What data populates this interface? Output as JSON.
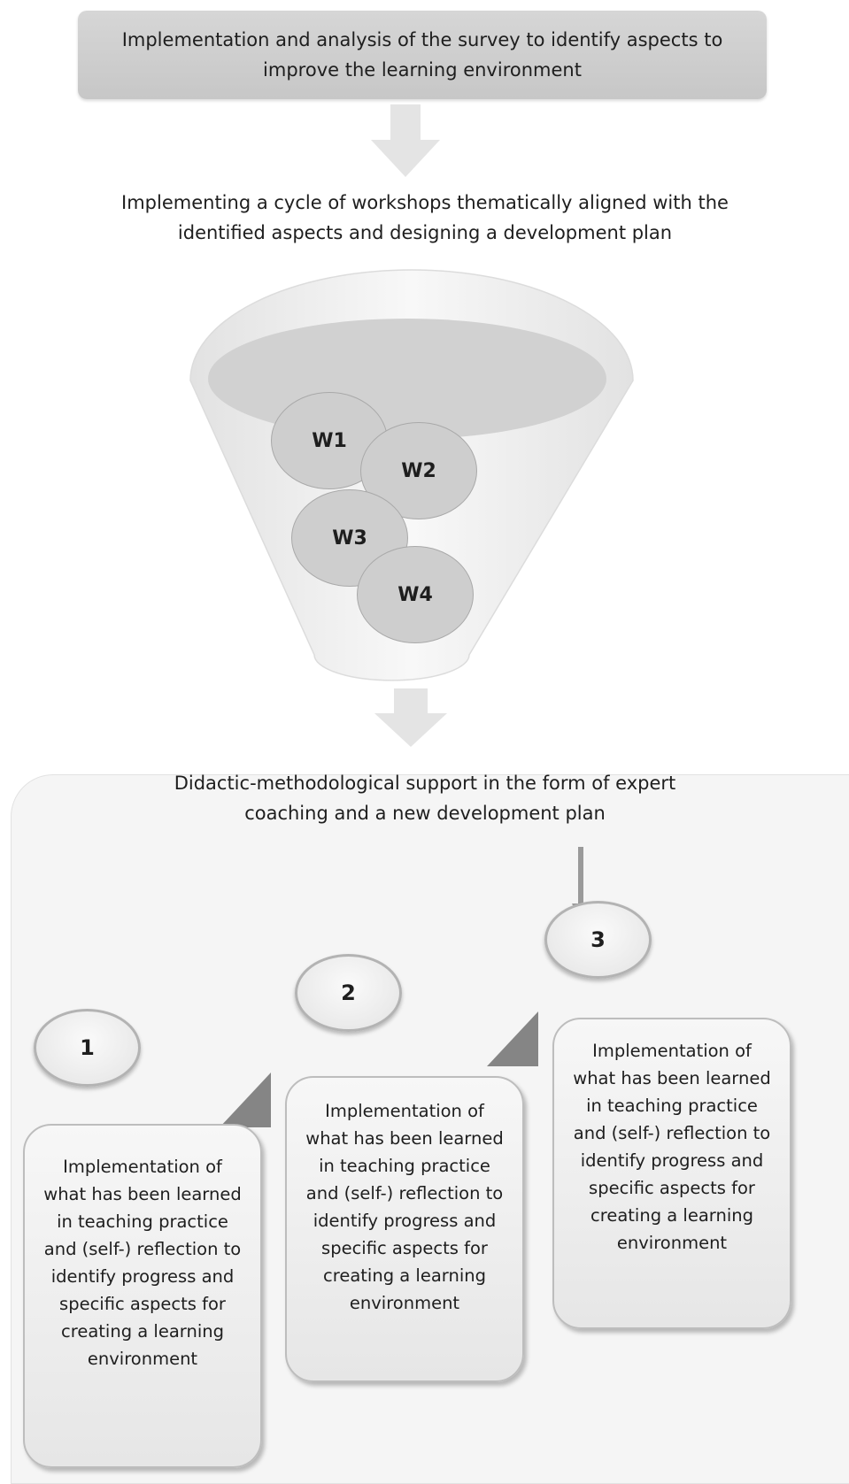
{
  "header": {
    "survey_step": "Implementation and analysis of the survey to identify aspects to improve the learning environment"
  },
  "workshops": {
    "step_text": "Implementing a cycle of workshops thematically aligned with the identified aspects and designing a development plan",
    "items": [
      "W1",
      "W2",
      "W3",
      "W4"
    ]
  },
  "coaching": {
    "step_text": "Didactic-methodological support in the form of expert coaching and a new development plan",
    "stages": [
      {
        "number": "1",
        "text": "Implementation of what has been learned in teaching practice and (self-) reflection to identify progress and specific aspects for creating a learning environment"
      },
      {
        "number": "2",
        "text": "Implementation of what has been learned in teaching practice and (self-) reflection to identify progress and specific aspects for creating a learning environment"
      },
      {
        "number": "3",
        "text": "Implementation of what has been learned in teaching practice and (self-) reflection to identify progress and specific aspects for creating a learning environment"
      }
    ]
  }
}
